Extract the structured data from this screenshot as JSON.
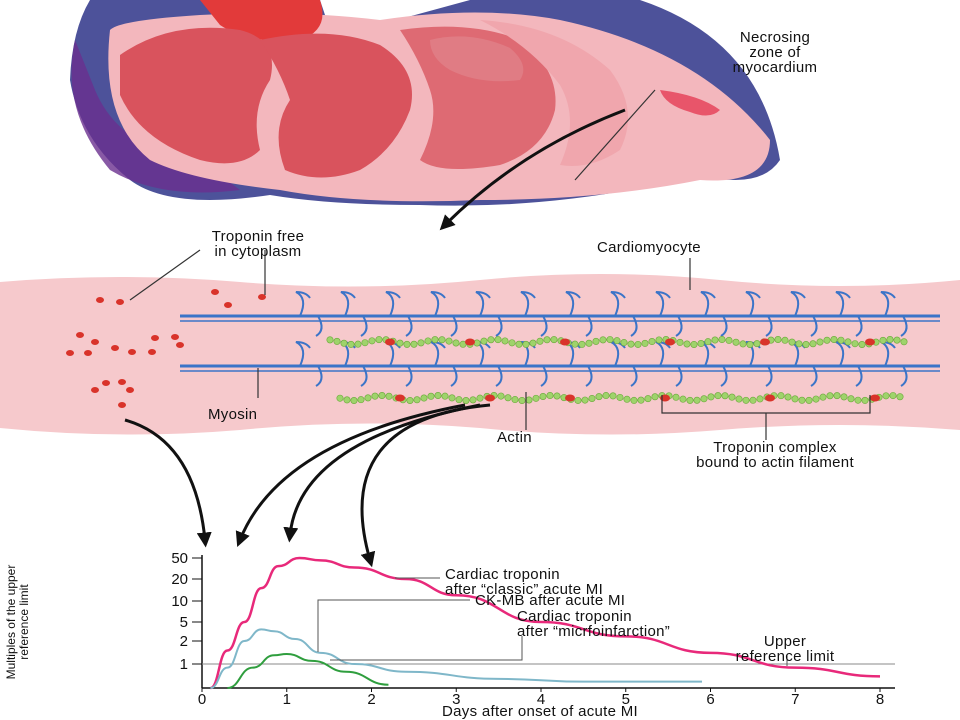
{
  "labels": {
    "necrosis": "Necrosing\nzone of\nmyocardium",
    "troponin_free": "Troponin free\nin cytoplasm",
    "cardiomyocyte": "Cardiomyocyte",
    "myosin": "Myosin",
    "actin": "Actin",
    "troponin_complex": "Troponin complex\nbound to actin filament"
  },
  "chart_data": {
    "type": "line",
    "xlabel": "Days after onset of acute MI",
    "ylabel": "Multiples of the upper\nreference limit",
    "x_ticks": [
      0,
      1,
      2,
      3,
      4,
      5,
      6,
      7,
      8
    ],
    "y_ticks": [
      1,
      2,
      5,
      10,
      20,
      50
    ],
    "y_scale": "log",
    "xlim": [
      0,
      8
    ],
    "ylim": [
      0.5,
      50
    ],
    "reference_line": {
      "value": 1,
      "label": "Upper\nreference limit"
    },
    "series": [
      {
        "name": "Cardiac troponin\nafter “classic” acute MI",
        "color": "#e8297a",
        "points": [
          [
            0.1,
            0.5
          ],
          [
            0.3,
            1.5
          ],
          [
            0.5,
            5
          ],
          [
            0.7,
            15
          ],
          [
            0.9,
            35
          ],
          [
            1.15,
            50
          ],
          [
            1.4,
            45
          ],
          [
            1.8,
            33
          ],
          [
            2.4,
            20
          ],
          [
            3,
            12
          ],
          [
            4,
            5
          ],
          [
            5,
            2.5
          ],
          [
            6,
            1.4
          ],
          [
            7,
            0.9
          ],
          [
            8,
            0.7
          ]
        ]
      },
      {
        "name": "CK-MB after acute MI",
        "color": "#7fb7c9",
        "points": [
          [
            0.1,
            0.5
          ],
          [
            0.3,
            0.9
          ],
          [
            0.5,
            2.0
          ],
          [
            0.7,
            3.5
          ],
          [
            0.85,
            3.2
          ],
          [
            1.1,
            2.2
          ],
          [
            1.4,
            1.4
          ],
          [
            1.8,
            1.0
          ],
          [
            2.4,
            0.8
          ],
          [
            3.5,
            0.65
          ],
          [
            4.5,
            0.6
          ],
          [
            5.9,
            0.6
          ]
        ]
      },
      {
        "name": "Cardiac troponin\nafter “micrfoinfarction”",
        "color": "#2f9e3e",
        "points": [
          [
            0.3,
            0.5
          ],
          [
            0.6,
            0.9
          ],
          [
            0.85,
            1.3
          ],
          [
            1.0,
            1.35
          ],
          [
            1.3,
            1.1
          ],
          [
            1.7,
            0.8
          ],
          [
            2.2,
            0.55
          ]
        ]
      }
    ]
  },
  "colors": {
    "heart_outer": "#f3b7bd",
    "heart_red": "#d9535d",
    "band": "#f6c9cc",
    "myosin": "#3b74c8",
    "actin": "#9fd36b",
    "troponin": "#d9332a",
    "arrow": "#111111"
  },
  "icons": [
    "curved-arrow-icon"
  ]
}
